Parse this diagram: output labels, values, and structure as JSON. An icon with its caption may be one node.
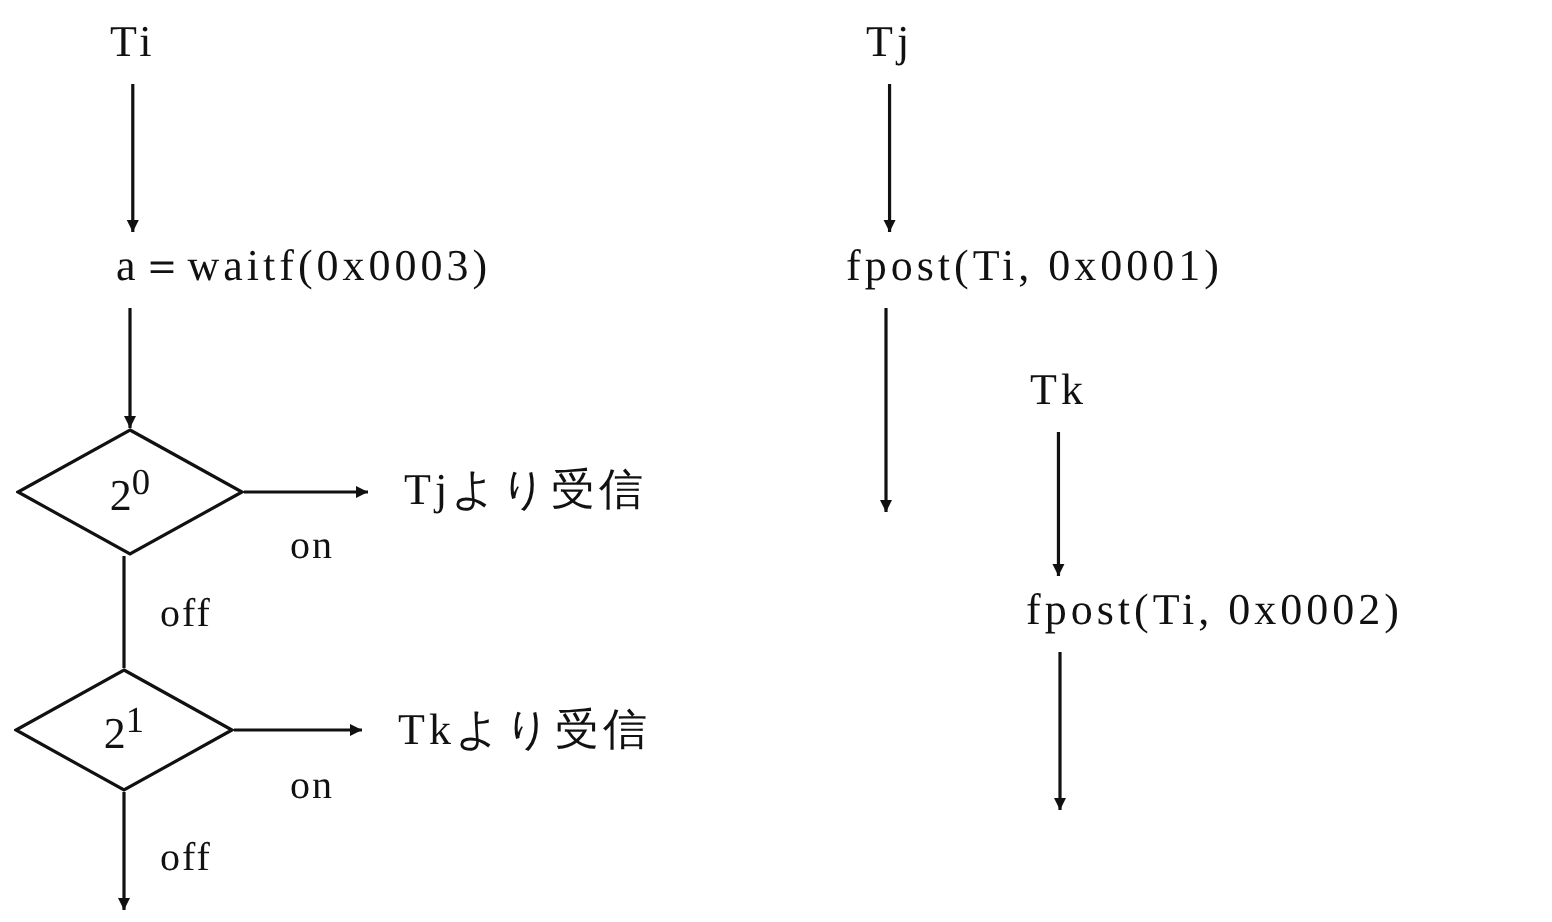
{
  "diagram": {
    "nodes": [
      {
        "text": [
          "Ti"
        ]
      },
      {
        "text": [
          "a＝waitf(0x0003)"
        ]
      },
      {
        "text": [
          "2$^{0}$"
        ]
      },
      {
        "text": [
          "Tjより受信"
        ]
      },
      {
        "text": [
          "2$^{1}$"
        ]
      },
      {
        "text": [
          "Tkより受信"
        ]
      },
      {
        "text": [
          "Tj"
        ]
      },
      {
        "text": [
          "fpost(Ti, 0x0001)"
        ]
      },
      {
        "text": [
          "Tk"
        ]
      },
      {
        "text": [
          "fpost(Ti, 0x0002)"
        ]
      }
    ],
    "edges": [
      {
        "from": 0,
        "to": 1,
        "arrow": "to"
      },
      {
        "from": 1,
        "to": 2,
        "arrow": "to"
      },
      {
        "from": 2,
        "to": 3,
        "arrow": "to",
        "label": "on"
      },
      {
        "from": 2,
        "to": 4,
        "arrow": "none",
        "label": "off"
      },
      {
        "from": 4,
        "to": 5,
        "arrow": "to",
        "label": "on"
      },
      {
        "from": 4,
        "to": null,
        "arrow": "to",
        "label": "off"
      },
      {
        "from": 6,
        "to": 7,
        "arrow": "to"
      },
      {
        "from": 7,
        "to": null,
        "arrow": "to"
      },
      {
        "from": 8,
        "to": 9,
        "arrow": "to"
      },
      {
        "from": 9,
        "to": null,
        "arrow": "to"
      }
    ]
  }
}
